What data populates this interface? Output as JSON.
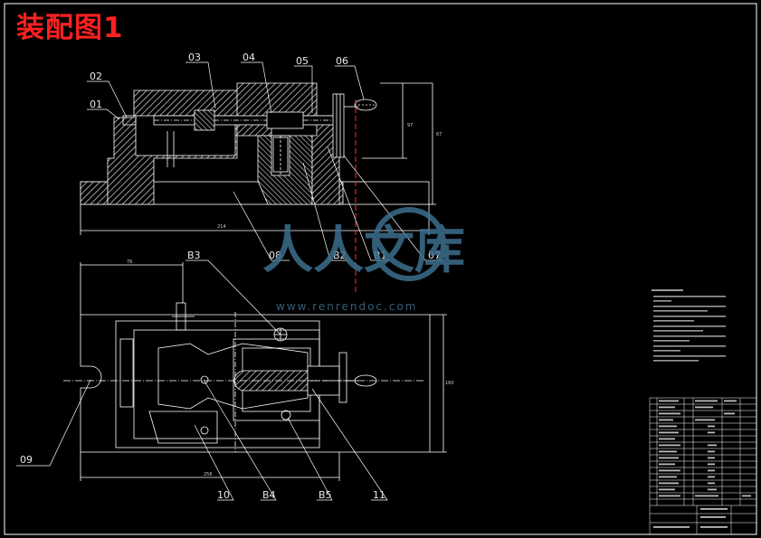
{
  "title": "装配图1",
  "labels": {
    "p01": "01",
    "p02": "02",
    "p03": "03",
    "p04": "04",
    "p05": "05",
    "p06": "06",
    "p07": "07",
    "p08": "08",
    "p09": "09",
    "p10": "10",
    "p11": "11",
    "b1": "B1",
    "b2": "B2",
    "b3": "B3",
    "b4": "B4",
    "b5": "B5"
  },
  "watermark": {
    "brand": "人人文库",
    "url": "www.renrendoc.com"
  },
  "colors": {
    "background": "#000000",
    "title": "#ff2020",
    "lines": "#ffffff",
    "centerline": "#ff3030",
    "watermark": "#3d6f8e"
  }
}
